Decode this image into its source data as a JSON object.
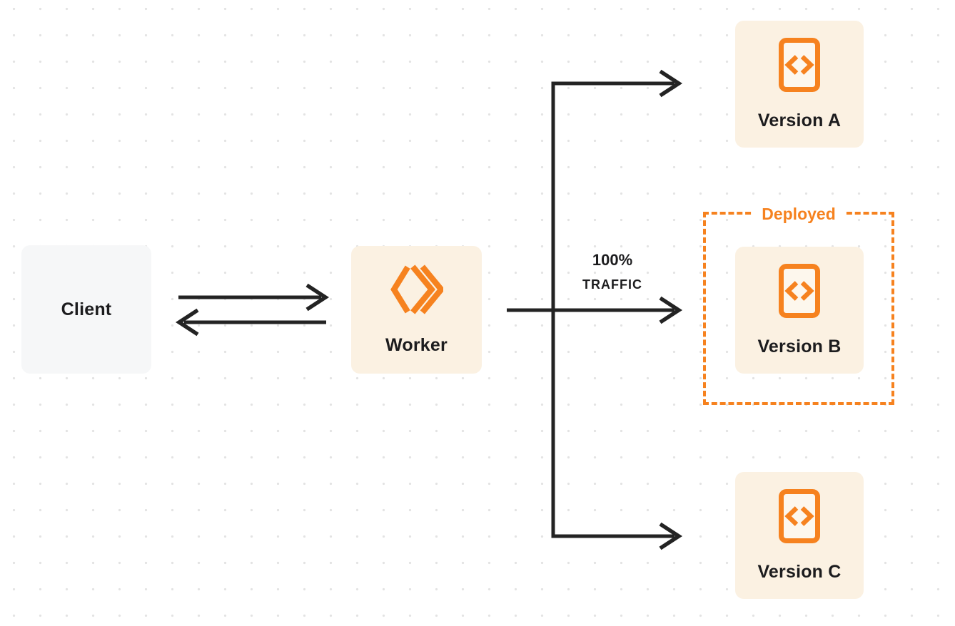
{
  "colors": {
    "background": "#FFFFFF",
    "dot_grid": "#E3E3E3",
    "accent_orange": "#F6821F",
    "node_cream": "#FBF1E2",
    "node_gray": "#F6F7F8",
    "arrow_dark": "#232323",
    "text_dark": "#1C1C1E"
  },
  "nodes": {
    "client": {
      "label": "Client"
    },
    "worker": {
      "label": "Worker",
      "icon": "cloudflare-workers-icon"
    },
    "version_a": {
      "label": "Version A",
      "icon": "code-file-icon"
    },
    "version_b": {
      "label": "Version B",
      "icon": "code-file-icon"
    },
    "version_c": {
      "label": "Version C",
      "icon": "code-file-icon"
    }
  },
  "group": {
    "label": "Deployed"
  },
  "edge_label": {
    "percent": "100%",
    "word": "TRAFFIC"
  },
  "edges": [
    {
      "from": "client",
      "to": "worker",
      "direction": "bidirectional"
    },
    {
      "from": "worker",
      "to": "version_a"
    },
    {
      "from": "worker",
      "to": "version_b",
      "label": "100% TRAFFIC"
    },
    {
      "from": "worker",
      "to": "version_c"
    }
  ]
}
